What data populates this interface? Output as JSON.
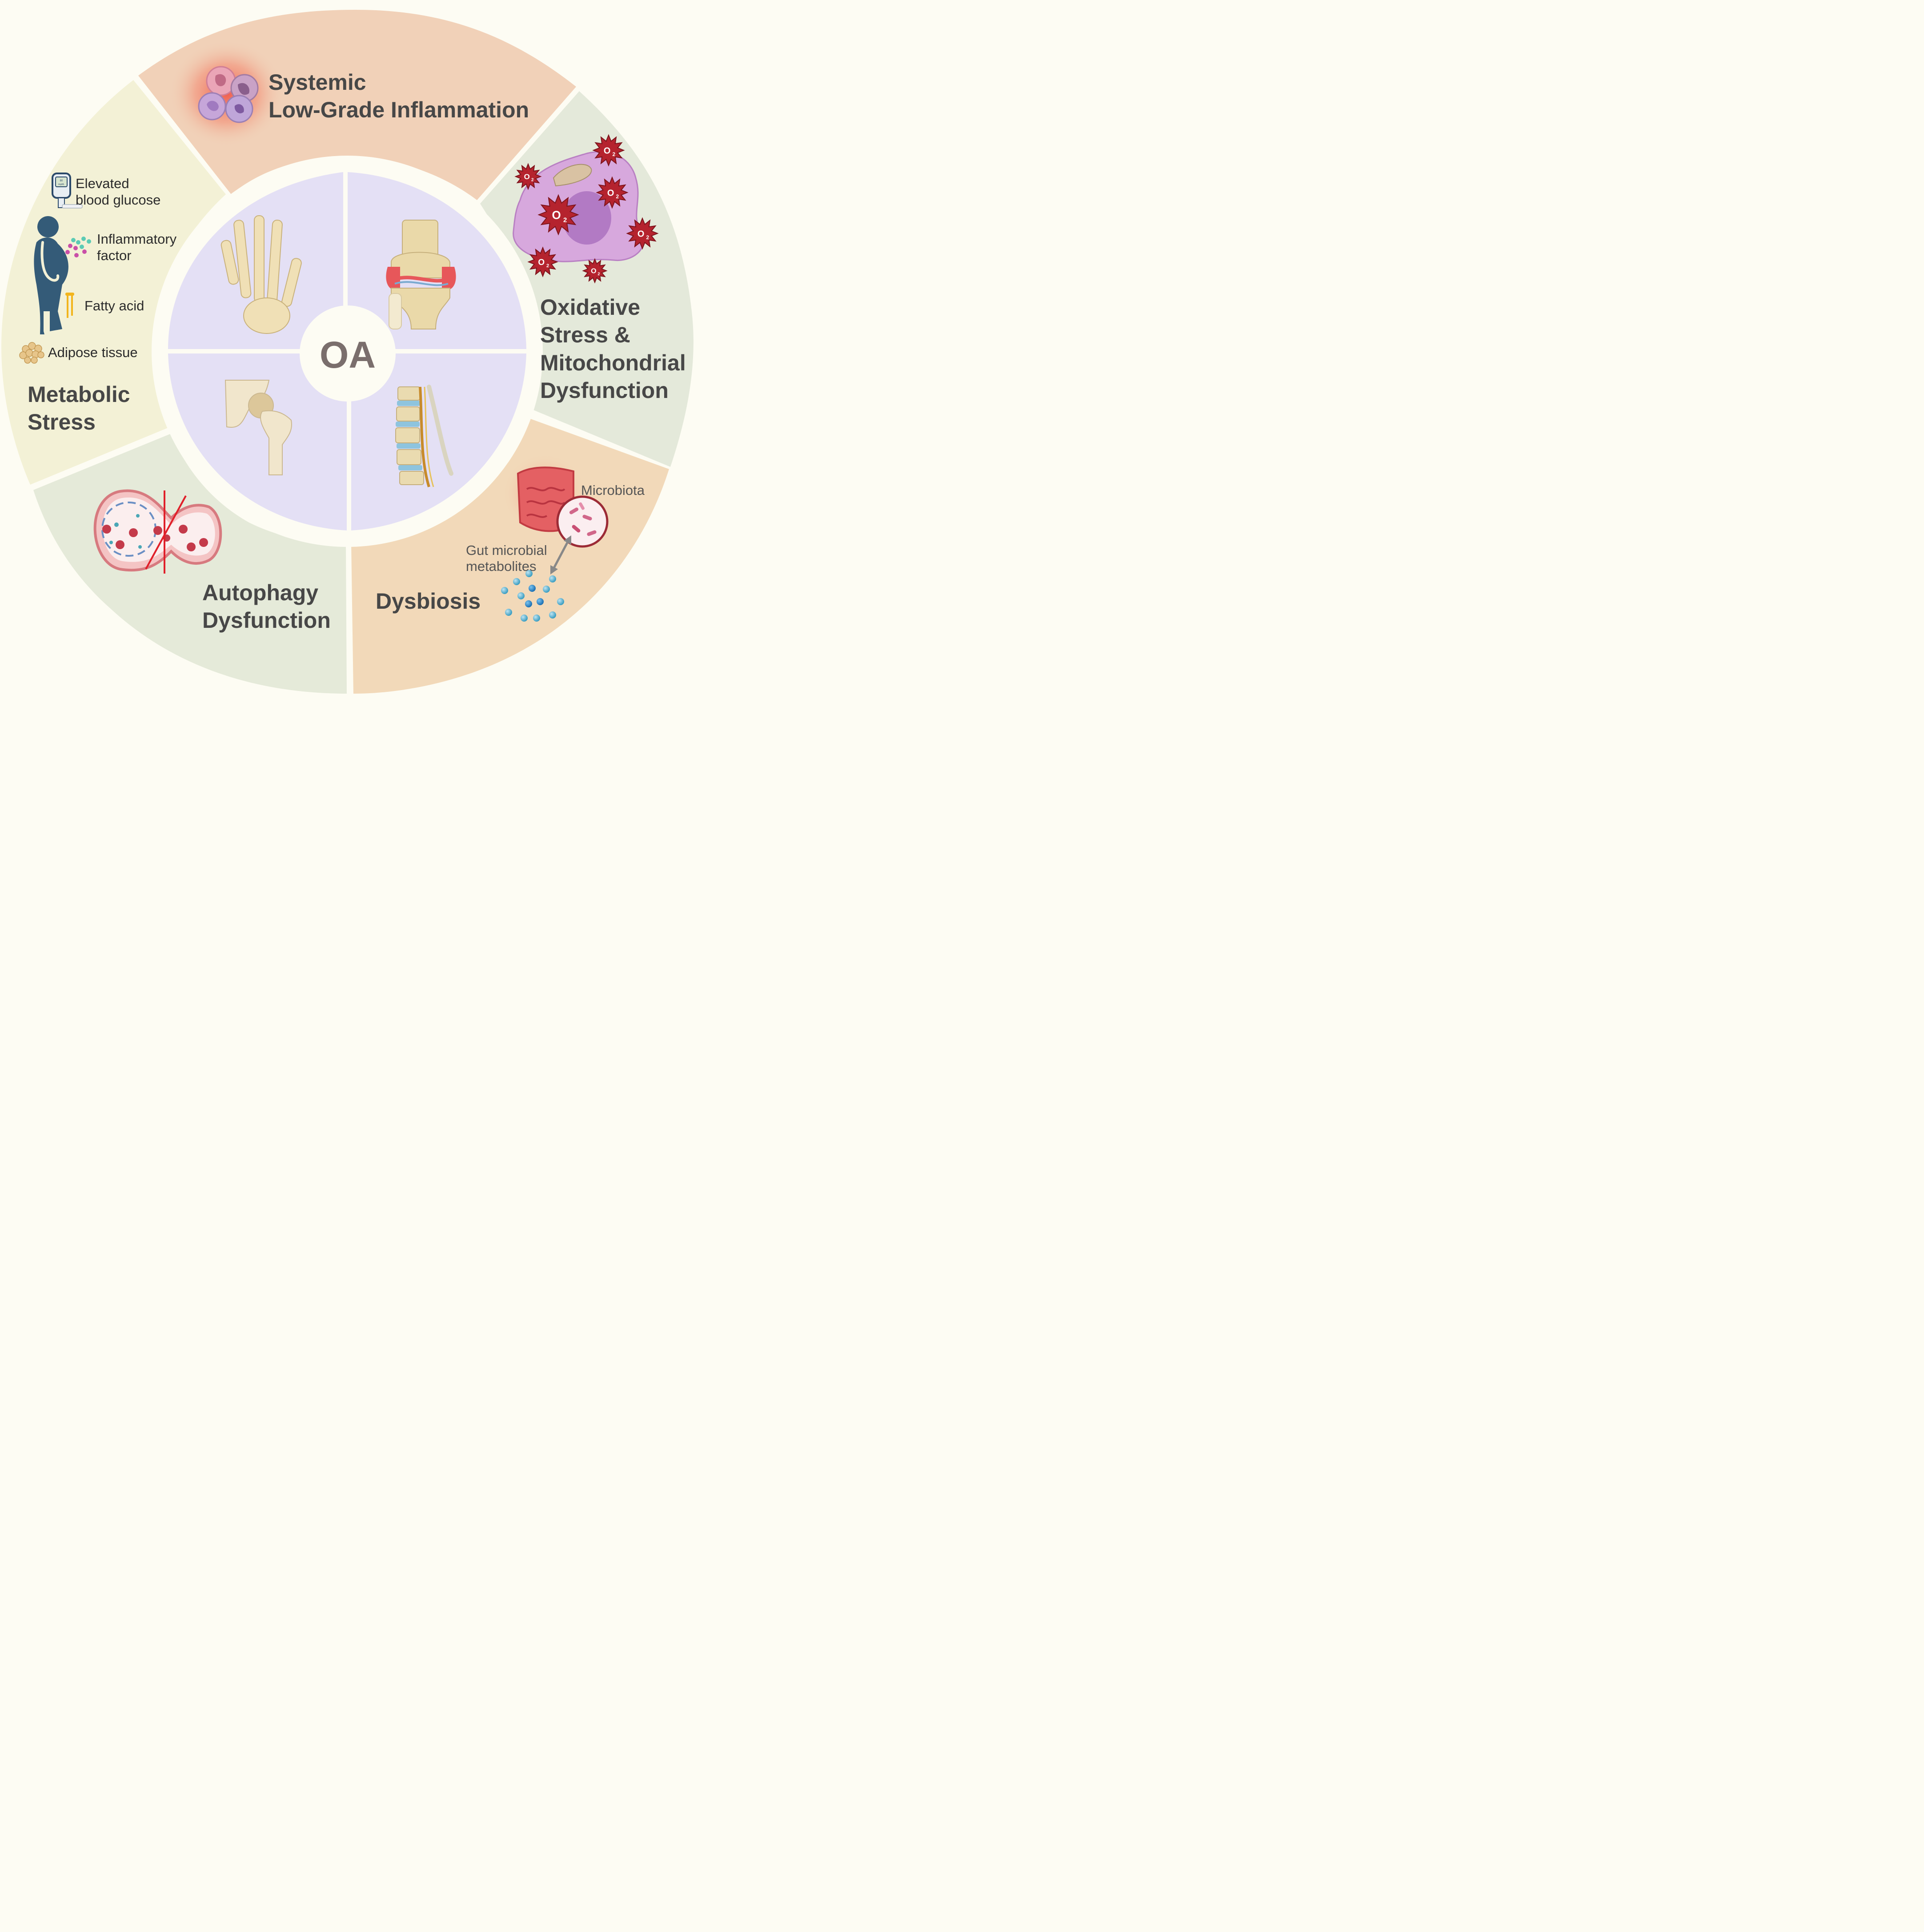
{
  "center": {
    "label": "OA"
  },
  "segments": {
    "inflammation": {
      "line1": "Systemic",
      "line2": "Low-Grade Inflammation"
    },
    "oxidative": {
      "line1": "Oxidative",
      "line2": "Stress &",
      "line3": "Mitochondrial",
      "line4": "Dysfunction"
    },
    "dysbiosis": {
      "title": "Dysbiosis",
      "microbiota": "Microbiota",
      "metabolites_line1": "Gut microbial",
      "metabolites_line2": "metabolites"
    },
    "autophagy": {
      "line1": "Autophagy",
      "line2": "Dysfunction"
    },
    "metabolic": {
      "line1": "Metabolic",
      "line2": "Stress",
      "glucose_line1": "Elevated",
      "glucose_line2": "blood glucose",
      "inflam_line1": "Inflammatory",
      "inflam_line2": "factor",
      "fatty": "Fatty acid",
      "adipose": "Adipose tissue",
      "meter_line1": "80",
      "meter_line2": "mg/dL"
    }
  },
  "oxygen_label": "O",
  "oxygen_sub": "2",
  "colors": {
    "inflammation": "#f1d1b8",
    "oxidative": "#e4e9da",
    "dysbiosis": "#f2d9b9",
    "autophagy": "#e5ead9",
    "metabolic": "#f3f1d6",
    "inner": "#e4e0f5",
    "title_text": "#474747"
  }
}
